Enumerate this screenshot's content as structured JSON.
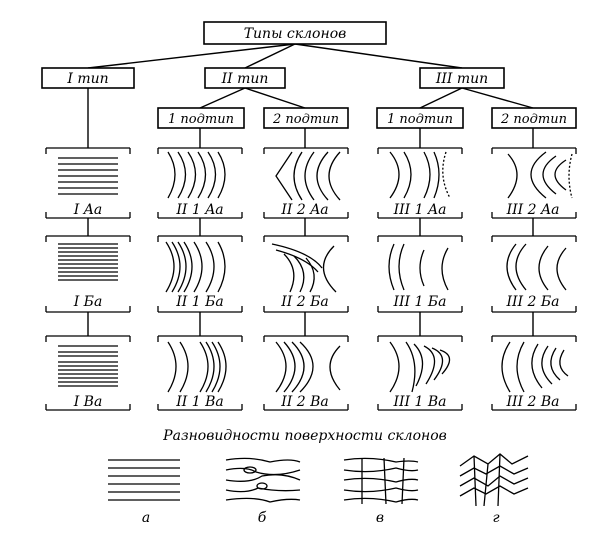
{
  "title": "Типы склонов",
  "types": [
    {
      "label": "I тип",
      "subtypes": []
    },
    {
      "label": "II тип",
      "subtypes": [
        "1 подтип",
        "2 подтип"
      ]
    },
    {
      "label": "III тип",
      "subtypes": [
        "1 подтип",
        "2 подтип"
      ]
    }
  ],
  "cells": {
    "col0": [
      "I Aa",
      "I Бa",
      "I Вa"
    ],
    "col1": [
      "II 1 Aa",
      "II 1 Бa",
      "II 1 Вa"
    ],
    "col2": [
      "II 2 Aa",
      "II 2 Бa",
      "II 2 Вa"
    ],
    "col3": [
      "III 1 Aa",
      "III 1 Бa",
      "III 1 Вa"
    ],
    "col4": [
      "III 2 Aa",
      "III 2 Бa",
      "III 2 Вa"
    ]
  },
  "varieties_caption": "Разновидности поверхности склонов",
  "varieties": [
    "а",
    "б",
    "в",
    "г"
  ]
}
